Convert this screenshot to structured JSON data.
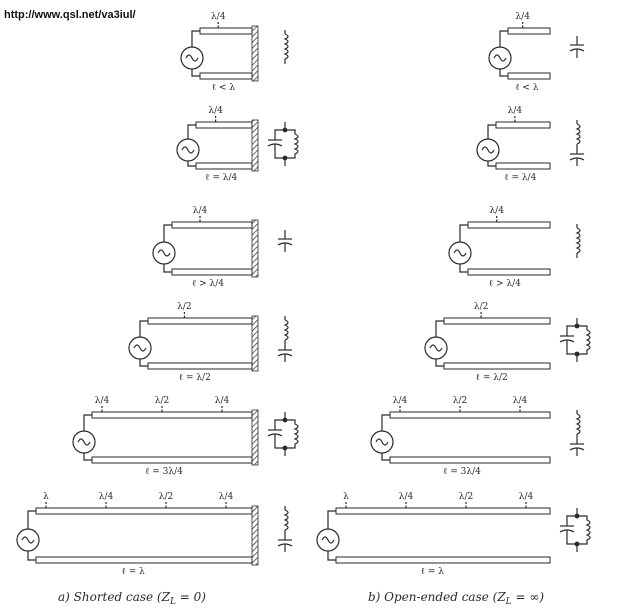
{
  "watermark": "http://www.qsl.net/va3iul/",
  "captions": {
    "shorted": "a) Shorted case (Z",
    "shorted_sub": "L",
    "shorted_tail": " = 0)",
    "open": "b) Open-ended case (Z",
    "open_sub": "L",
    "open_tail": " = ∞)"
  },
  "shorted_rows": [
    {
      "marks": [
        "λ/4"
      ],
      "length": "ℓ < λ",
      "equivalent": "inductor"
    },
    {
      "marks": [
        "λ/4"
      ],
      "length": "ℓ = λ/4",
      "equivalent": "parallel-lc"
    },
    {
      "marks": [
        "λ/4"
      ],
      "length": "ℓ > λ/4",
      "equivalent": "capacitor"
    },
    {
      "marks": [
        "λ/2"
      ],
      "length": "ℓ = λ/2",
      "equivalent": "series-lc"
    },
    {
      "marks": [
        "λ/4",
        "λ/2",
        "λ/4"
      ],
      "length": "ℓ = 3λ/4",
      "equivalent": "parallel-lc"
    },
    {
      "marks": [
        "λ",
        "λ/4",
        "λ/2",
        "λ/4"
      ],
      "length": "ℓ = λ",
      "equivalent": "series-lc"
    }
  ],
  "open_rows": [
    {
      "marks": [
        "λ/4"
      ],
      "length": "ℓ < λ",
      "equivalent": "capacitor"
    },
    {
      "marks": [
        "λ/4"
      ],
      "length": "ℓ = λ/4",
      "equivalent": "series-lc"
    },
    {
      "marks": [
        "λ/4"
      ],
      "length": "ℓ > λ/4",
      "equivalent": "inductor"
    },
    {
      "marks": [
        "λ/2"
      ],
      "length": "ℓ = λ/2",
      "equivalent": "parallel-lc"
    },
    {
      "marks": [
        "λ/4",
        "λ/2",
        "λ/4"
      ],
      "length": "ℓ = 3λ/4",
      "equivalent": "series-lc"
    },
    {
      "marks": [
        "λ",
        "λ/4",
        "λ/2",
        "λ/4"
      ],
      "length": "ℓ = λ",
      "equivalent": "parallel-lc"
    }
  ]
}
